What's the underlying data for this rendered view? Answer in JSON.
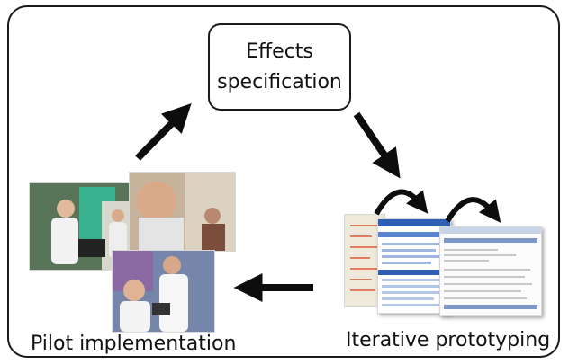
{
  "diagram": {
    "top_node": {
      "line1": "Effects",
      "line2": "specification"
    },
    "left_caption": "Pilot implementation",
    "right_caption": "Iterative prototyping"
  },
  "colors": {
    "border": "#1a1a1a",
    "arrow": "#0d0d0d",
    "screen_header": "#2f5fb5",
    "whiteboard": "#f1ece0",
    "whiteboard_ink": "#e05a3a"
  }
}
